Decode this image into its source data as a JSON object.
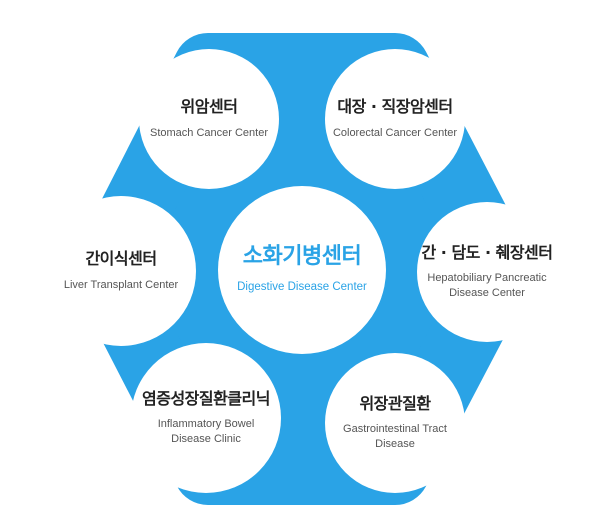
{
  "colors": {
    "accent": "#2aa3e6",
    "bg_blue": "#2aa3e6",
    "node_fill": "#ffffff",
    "heading": "#222222",
    "subtext": "#555555"
  },
  "center": {
    "ko": "소화기병센터",
    "en": "Digestive Disease Center"
  },
  "nodes": [
    {
      "ko": "위암센터",
      "en": "Stomach Cancer Center"
    },
    {
      "ko": "대장 · 직장암센터",
      "en": "Colorectal Cancer Center"
    },
    {
      "ko": "간 · 담도 · 췌장센터",
      "en": "Hepatobiliary Pancreatic\nDisease Center"
    },
    {
      "ko": "위장관질환",
      "en": "Gastrointestinal Tract\nDisease"
    },
    {
      "ko": "염증성장질환클리닉",
      "en": "Inflammatory Bowel\nDisease Clinic"
    },
    {
      "ko": "간이식센터",
      "en": "Liver Transplant Center"
    }
  ]
}
